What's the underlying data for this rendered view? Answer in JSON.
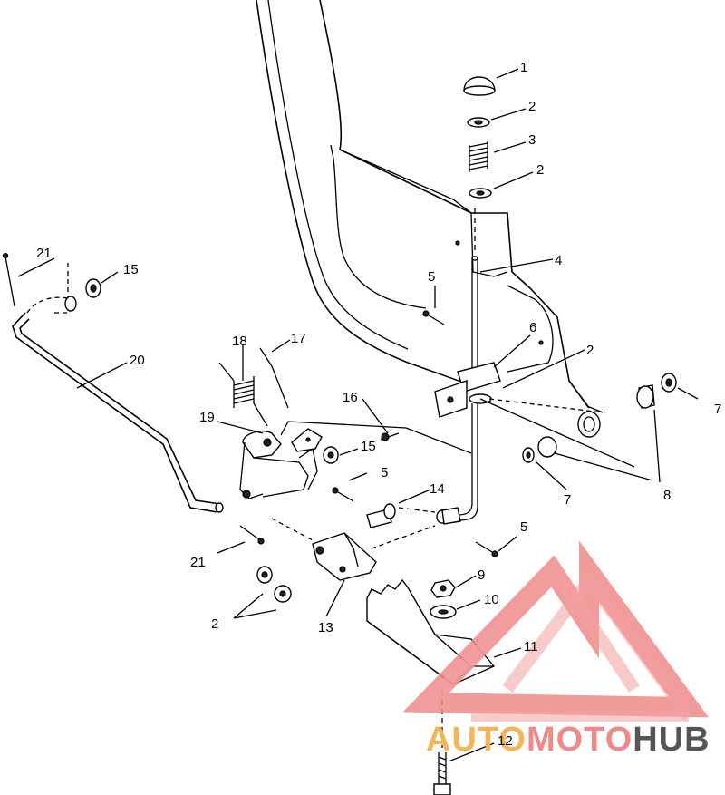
{
  "callouts": [
    {
      "id": "c1",
      "text": "1"
    },
    {
      "id": "c2a",
      "text": "2"
    },
    {
      "id": "c3",
      "text": "3"
    },
    {
      "id": "c2b",
      "text": "2"
    },
    {
      "id": "c4",
      "text": "4"
    },
    {
      "id": "c5a",
      "text": "5"
    },
    {
      "id": "c6",
      "text": "6"
    },
    {
      "id": "c2c",
      "text": "2"
    },
    {
      "id": "c7a",
      "text": "7"
    },
    {
      "id": "c21a",
      "text": "21"
    },
    {
      "id": "c15a",
      "text": "15"
    },
    {
      "id": "c20",
      "text": "20"
    },
    {
      "id": "c18",
      "text": "18"
    },
    {
      "id": "c17",
      "text": "17"
    },
    {
      "id": "c16",
      "text": "16"
    },
    {
      "id": "c19",
      "text": "19"
    },
    {
      "id": "c15b",
      "text": "15"
    },
    {
      "id": "c5b",
      "text": "5"
    },
    {
      "id": "c7b",
      "text": "7"
    },
    {
      "id": "c8",
      "text": "8"
    },
    {
      "id": "c14",
      "text": "14"
    },
    {
      "id": "c5c",
      "text": "5"
    },
    {
      "id": "c21b",
      "text": "21"
    },
    {
      "id": "c9",
      "text": "9"
    },
    {
      "id": "c10",
      "text": "10"
    },
    {
      "id": "c2d",
      "text": "2"
    },
    {
      "id": "c13",
      "text": "13"
    },
    {
      "id": "c11",
      "text": "11"
    },
    {
      "id": "c12",
      "text": "12"
    }
  ],
  "watermark": {
    "part1": "AUTO",
    "part2": "MOTO",
    "part3": "HUB",
    "color1": "#f5b35a",
    "color2": "#f08a8a",
    "color3": "#555555"
  }
}
